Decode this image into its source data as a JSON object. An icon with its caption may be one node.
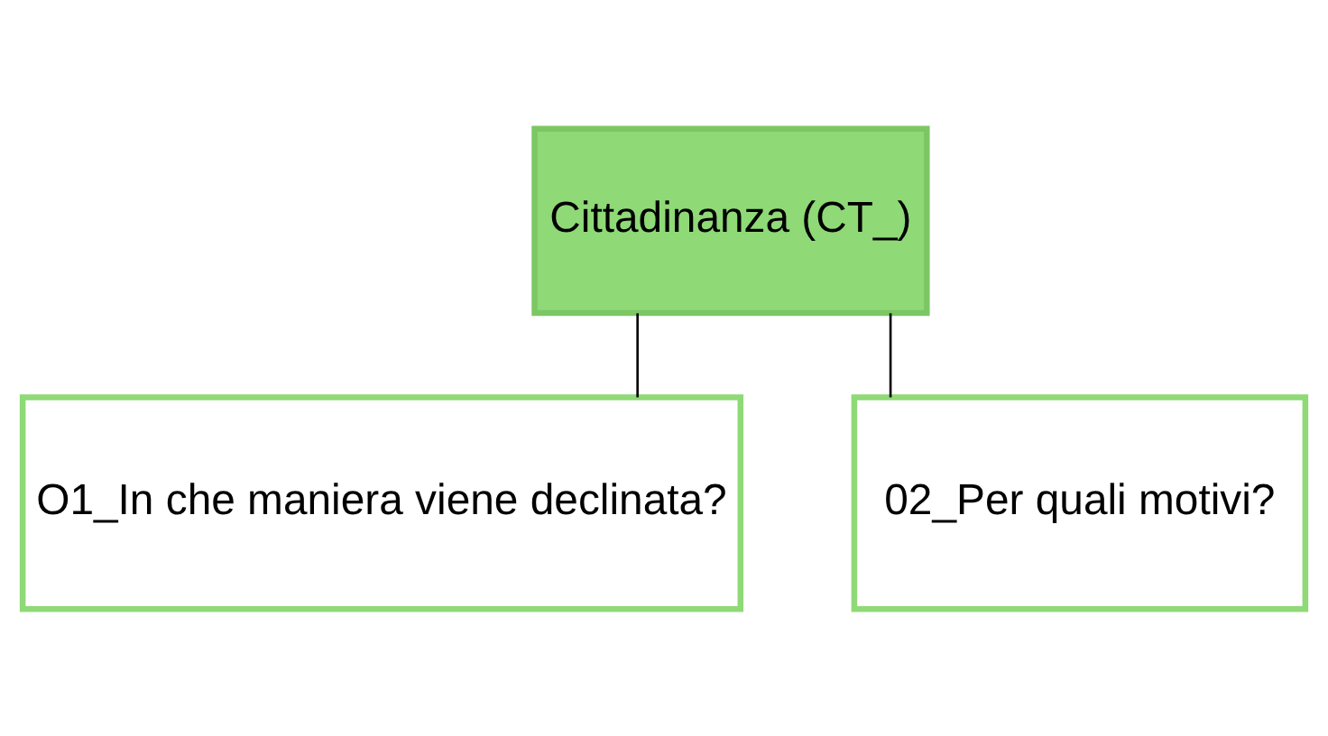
{
  "diagram": {
    "nodes": [
      {
        "text": [
          "Cittadinanza (CT_)"
        ]
      },
      {
        "text": [
          "O1_In che maniera viene declinata?"
        ]
      },
      {
        "text": [
          "02_Per quali motivi?"
        ]
      }
    ],
    "edges": [
      {
        "from": 0,
        "to": 1,
        "arrow": "none"
      },
      {
        "from": 0,
        "to": 2,
        "arrow": "none"
      }
    ]
  }
}
